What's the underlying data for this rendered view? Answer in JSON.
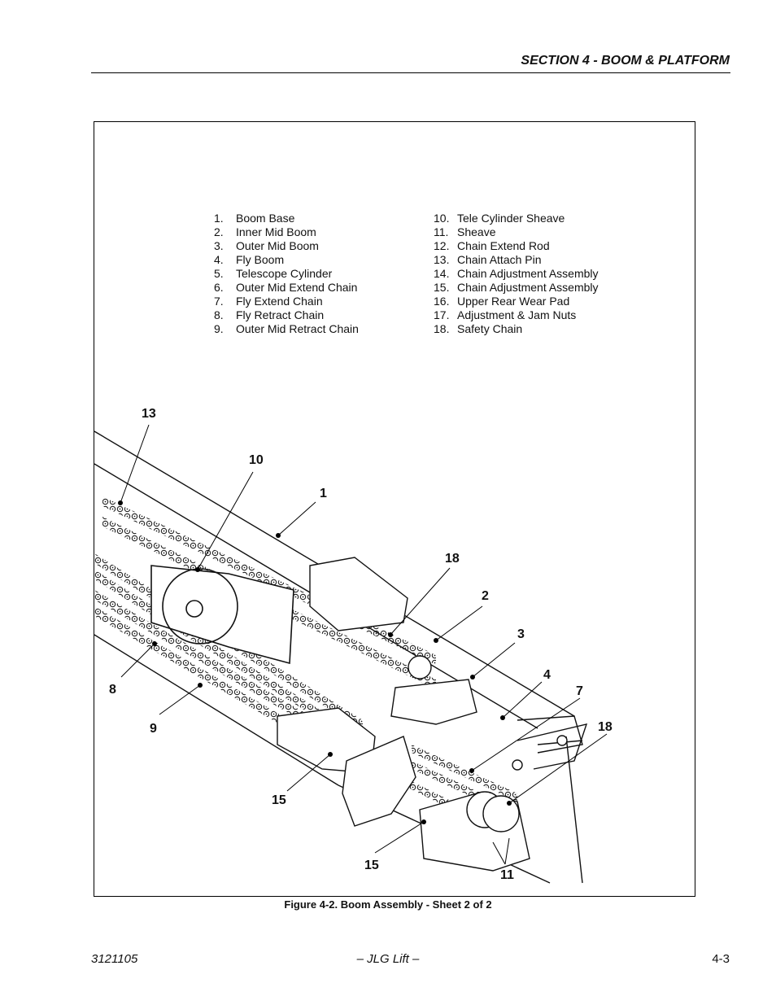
{
  "header": {
    "section_title": "SECTION 4 - BOOM & PLATFORM"
  },
  "legend": {
    "left": [
      {
        "num": "1.",
        "label": "Boom Base"
      },
      {
        "num": "2.",
        "label": "Inner Mid Boom"
      },
      {
        "num": "3.",
        "label": "Outer Mid Boom"
      },
      {
        "num": "4.",
        "label": "Fly Boom"
      },
      {
        "num": "5.",
        "label": "Telescope Cylinder"
      },
      {
        "num": "6.",
        "label": "Outer Mid Extend Chain"
      },
      {
        "num": "7.",
        "label": "Fly Extend Chain"
      },
      {
        "num": "8.",
        "label": "Fly Retract Chain"
      },
      {
        "num": "9.",
        "label": "Outer Mid Retract Chain"
      }
    ],
    "right": [
      {
        "num": "10.",
        "label": "Tele Cylinder Sheave"
      },
      {
        "num": "11.",
        "label": "Sheave"
      },
      {
        "num": "12.",
        "label": "Chain Extend Rod"
      },
      {
        "num": "13.",
        "label": "Chain Attach Pin"
      },
      {
        "num": "14.",
        "label": "Chain Adjustment Assembly"
      },
      {
        "num": "15.",
        "label": "Chain Adjustment Assembly"
      },
      {
        "num": "16.",
        "label": "Upper Rear Wear Pad"
      },
      {
        "num": "17.",
        "label": "Adjustment & Jam Nuts"
      },
      {
        "num": "18.",
        "label": "Safety Chain"
      }
    ]
  },
  "callouts": {
    "c13": "13",
    "c10": "10",
    "c1": "1",
    "c18a": "18",
    "c2": "2",
    "c3": "3",
    "c4": "4",
    "c7": "7",
    "c18b": "18",
    "c8": "8",
    "c9": "9",
    "c15a": "15",
    "c15b": "15",
    "c11": "11"
  },
  "caption": "Figure 4-2.  Boom Assembly - Sheet 2 of 2",
  "footer": {
    "doc_number": "3121105",
    "publisher": "– JLG Lift –",
    "page_number": "4-3"
  }
}
